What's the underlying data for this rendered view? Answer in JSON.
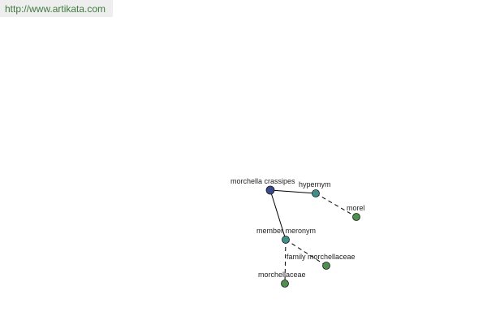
{
  "site": {
    "url": "http://www.artikata.com",
    "url_color": "#3d7a3d"
  },
  "graph": {
    "colors": {
      "root": "#3a4a8a",
      "relation": "#3f8f8a",
      "leaf": "#4e8e4e",
      "edge": "#000000"
    },
    "nodes": [
      {
        "id": "root",
        "label": "morchella crassipes",
        "kind": "root"
      },
      {
        "id": "hypernym",
        "label": "hypernym",
        "kind": "relation"
      },
      {
        "id": "morel",
        "label": "morel",
        "kind": "leaf"
      },
      {
        "id": "member-meronym",
        "label": "member meronym",
        "kind": "relation"
      },
      {
        "id": "family-morchellaceae",
        "label": "family morchellaceae",
        "kind": "leaf"
      },
      {
        "id": "morchellaceae",
        "label": "morchellaceae",
        "kind": "leaf"
      }
    ],
    "edges": [
      {
        "from": "root",
        "to": "hypernym",
        "style": "solid"
      },
      {
        "from": "hypernym",
        "to": "morel",
        "style": "dashed"
      },
      {
        "from": "root",
        "to": "member-meronym",
        "style": "solid"
      },
      {
        "from": "member-meronym",
        "to": "family-morchellaceae",
        "style": "dashed"
      },
      {
        "from": "member-meronym",
        "to": "morchellaceae",
        "style": "dashed"
      }
    ]
  }
}
